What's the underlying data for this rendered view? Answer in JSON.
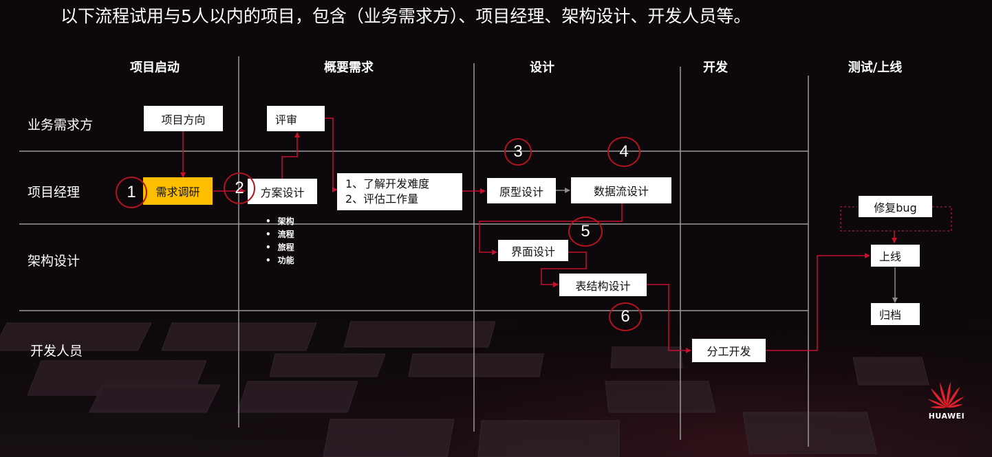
{
  "headline": "以下流程试用与5人以内的项目，包含（业务需求方）、项目经理、架构设计、开发人员等。",
  "phases": [
    "项目启动",
    "概要需求",
    "设计",
    "开发",
    "测试/上线"
  ],
  "roles": [
    "业务需求方",
    "项目经理",
    "架构设计",
    "开发人员"
  ],
  "boxes": {
    "project_direction": "项目方向",
    "requirement_research": "需求调研",
    "review": "评审",
    "solution_design": "方案设计",
    "dev_difficulty": "1、了解开发难度",
    "workload_estimate": "2、评估工作量",
    "prototype_design": "原型设计",
    "dataflow_design": "数据流设计",
    "ui_design": "界面设计",
    "table_design": "表结构设计",
    "task_dev": "分工开发",
    "fix_bug": "修复bug",
    "go_live": "上线",
    "archive": "归档"
  },
  "solution_bullets": [
    "架构",
    "流程",
    "旅程",
    "功能"
  ],
  "steps": [
    "1",
    "2",
    "3",
    "4",
    "5",
    "6"
  ],
  "brand": {
    "name": "HUAWEI",
    "color": "#e0202b"
  },
  "colors": {
    "arrow": "#c8102e",
    "gray_arrow": "#8a8a8a",
    "highlight": "#ffbf00",
    "circle": "#b0141c"
  }
}
